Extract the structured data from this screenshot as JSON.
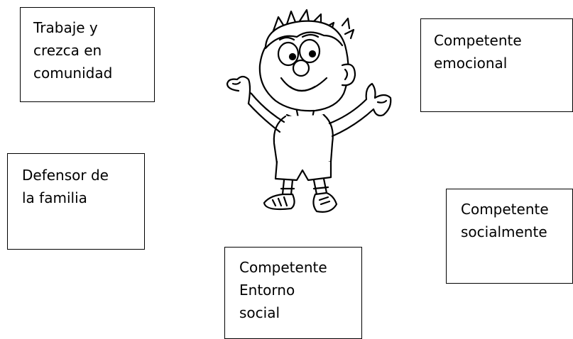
{
  "boxes": {
    "trabaje": {
      "lines": [
        "Trabaje y",
        "crezca en",
        "comunidad"
      ]
    },
    "emocional": {
      "lines": [
        "Competente",
        "emocional"
      ]
    },
    "defensor": {
      "lines": [
        "Defensor de",
        "la familia"
      ]
    },
    "socialmente": {
      "lines": [
        "Competente",
        "socialmente"
      ]
    },
    "entorno": {
      "lines": [
        "Competente",
        "Entorno",
        "social"
      ]
    }
  },
  "illustration": {
    "icon": "cartoon-boy-icon",
    "stroke_color": "#000000",
    "fill_color": "#ffffff"
  }
}
